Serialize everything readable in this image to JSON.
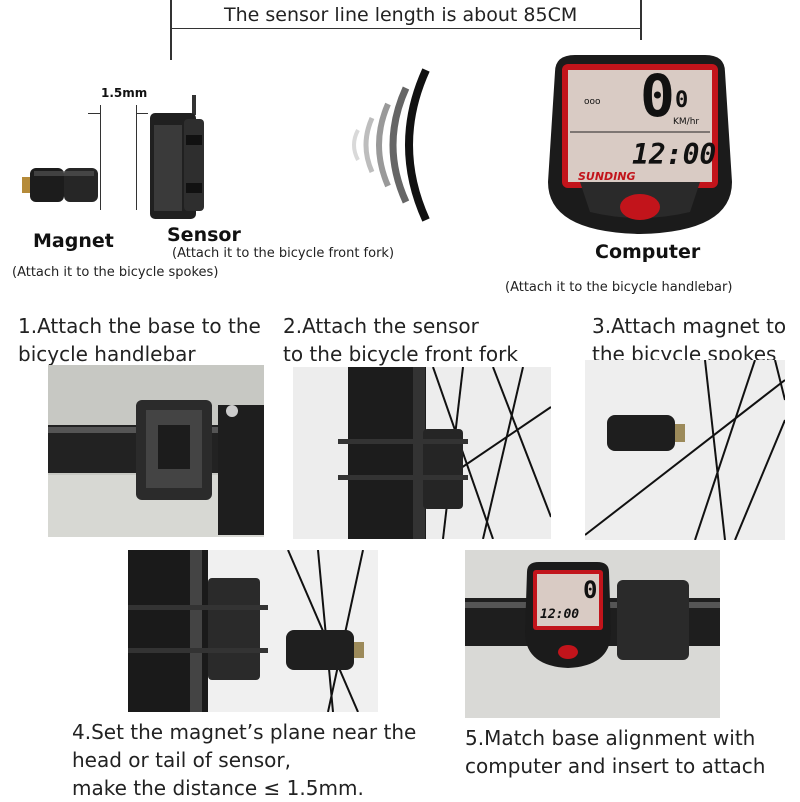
{
  "header": {
    "sensor_line": "The sensor line length is about 85CM",
    "gap_label": "1.5mm"
  },
  "parts": {
    "magnet_title": "Magnet",
    "magnet_note": "(Attach it to the bicycle spokes)",
    "sensor_title": "Sensor",
    "sensor_note": "(Attach it to the bicycle front fork)",
    "computer_title": "Computer",
    "computer_note": "(Attach it to the bicycle handlebar)"
  },
  "display": {
    "speed": "0",
    "speed_decimal": "0",
    "unit": "KM/hr",
    "time": "12:00",
    "brand": "SUNDING"
  },
  "steps": [
    {
      "line1": "1.Attach the base to the",
      "line2": "bicycle handlebar"
    },
    {
      "line1": "2.Attach the  sensor",
      "line2": "to the bicycle front fork"
    },
    {
      "line1": "3.Attach magnet to",
      "line2": "the bicycle spokes"
    },
    {
      "line1": "4.Set the magnet’s plane near the",
      "line2": "head or tail of sensor,",
      "line3": "make the distance ≤ 1.5mm."
    },
    {
      "line1": "5.Match base alignment with",
      "line2": "computer and insert to attach"
    }
  ],
  "colors": {
    "accent_red": "#c2141b",
    "lcd_bg": "#d9cbc4",
    "device_black": "#1b1b1b"
  }
}
